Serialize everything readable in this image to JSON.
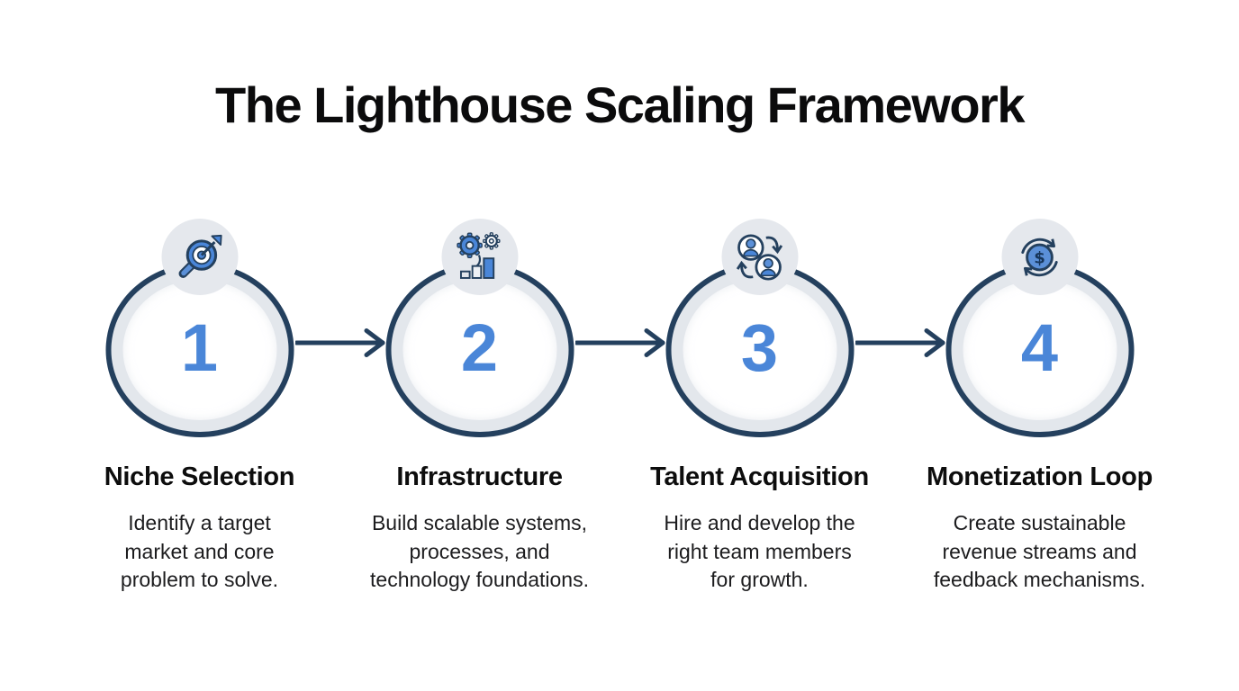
{
  "title": "The Lighthouse Scaling Framework",
  "colors": {
    "navy": "#24405e",
    "accent_blue": "#4a86d8",
    "badge_gray": "#e5e8ed",
    "ring_gray": "#e3e7ec",
    "background": "#ffffff"
  },
  "connector_style": "right-arrow",
  "steps": [
    {
      "number": "1",
      "icon": "target-search-icon",
      "title": "Niche Selection",
      "description": "Identify a target\nmarket and core\nproblem to solve."
    },
    {
      "number": "2",
      "icon": "gears-growth-icon",
      "title": "Infrastructure",
      "description": "Build scalable systems,\nprocesses, and\ntechnology foundations."
    },
    {
      "number": "3",
      "icon": "team-rotation-icon",
      "title": "Talent Acquisition",
      "description": "Hire and develop the\nright team members\nfor growth."
    },
    {
      "number": "4",
      "icon": "dollar-cycle-icon",
      "title": "Monetization Loop",
      "description": "Create sustainable\nrevenue streams and\nfeedback mechanisms."
    }
  ]
}
